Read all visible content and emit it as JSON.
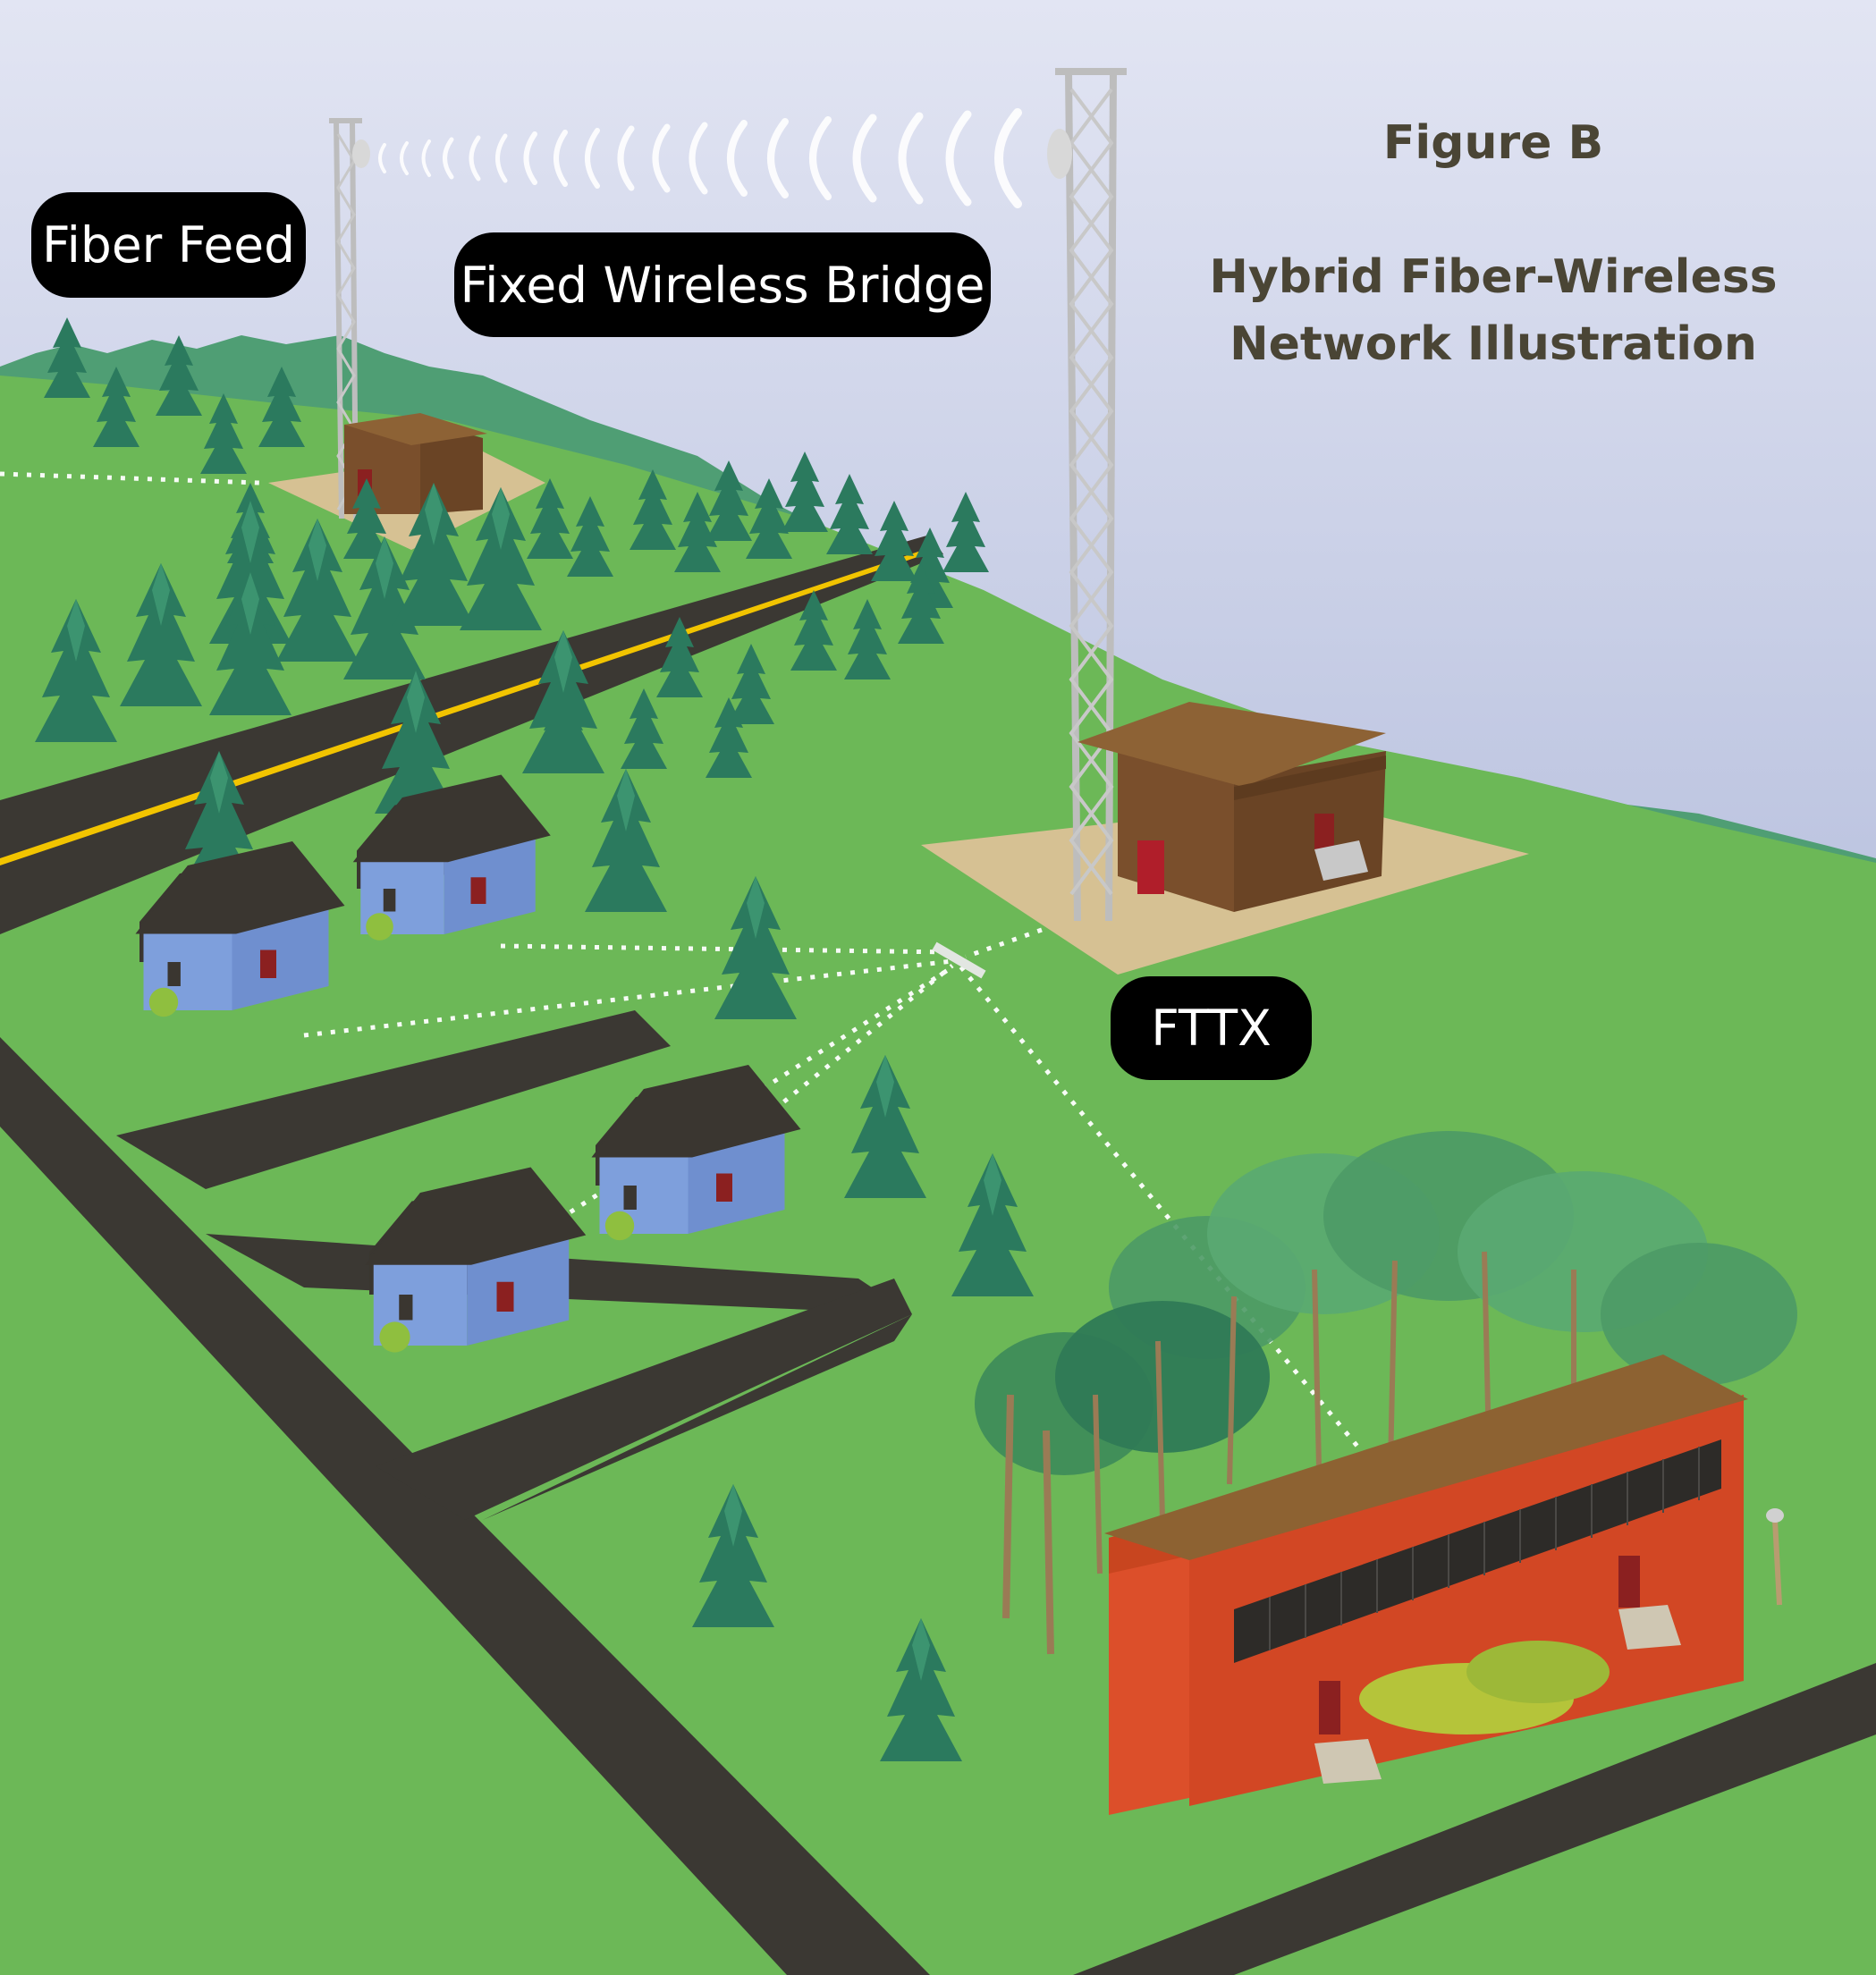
{
  "figure": {
    "label": "Figure B",
    "title_line_1": "Hybrid Fiber-Wireless",
    "title_line_2": "Network Illustration"
  },
  "labels": {
    "fiber_feed": "Fiber Feed",
    "fixed_wireless_bridge": "Fixed Wireless Bridge",
    "fttx": "FTTX"
  },
  "colors": {
    "sky_top": "#dde1f0",
    "sky_bottom": "#8f9fc6",
    "hills": "#4f9e74",
    "grass": "#6cb857",
    "road": "#3b3833",
    "road_line": "#f2c400",
    "tree": "#2b7a5e",
    "house_wall": "#7e9fdc",
    "house_roof": "#3a3630",
    "hut_wall": "#7a4f2c",
    "hut_roof": "#8d6235",
    "pad": "#d6c193",
    "school_wall": "#dc4f2a",
    "school_roof": "#8d6232",
    "fiber_line": "#ffffff",
    "pill_bg": "#000000",
    "pill_text": "#ffffff",
    "title_text": "#4a4535"
  }
}
